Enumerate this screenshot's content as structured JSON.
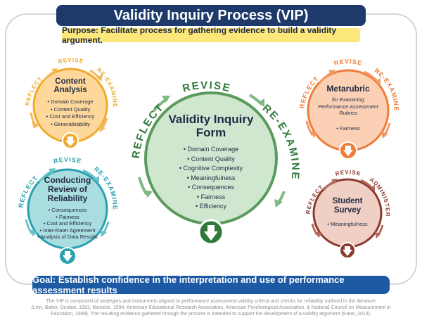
{
  "header": {
    "title": "Validity Inquiry Process (VIP)",
    "purpose": "Purpose: Facilitate process for gathering evidence to build a validity argument."
  },
  "goal": "Goal: Establish confidence in the interpretation and use of performance assessment results",
  "footnote": [
    "The VIP is composed of strategies and instruments aligned to performance assessment validity criteria and checks for reliability outlined in the literature",
    "(Linn, Baker, Dunbar, 1991; Messick, 1994; American Educational Research Association, American Psychological Association, & National Council on Measurement in",
    "Education, 1999). The resulting evidence gathered through the process is intended to support the development of a validity argument (Kane, 2013)."
  ],
  "colors": {
    "navy": "#1d3a6b",
    "goal_blue": "#1d5aa3",
    "purpose_yellow": "#fbe77a",
    "green": "#5a9a5c",
    "yellow": "#f0a92a",
    "teal": "#2aa1b0",
    "orange": "#ef7d3a",
    "maroon": "#8c3a2f"
  },
  "cycles": {
    "content_analysis": {
      "title": "Content Analysis",
      "items": [
        "Domain Coverage",
        "Content Quality",
        "Cost and Efficiency",
        "Generalizability"
      ],
      "arc_labels": {
        "left": "REFLECT",
        "top": "REVISE",
        "right": "RE-EXAMINE"
      }
    },
    "reliability": {
      "title": "Conducting Review of Reliability",
      "items": [
        "Consequences",
        "Fairness",
        "Cost and Efficiency",
        "Inter-Rater Agreement",
        "Analysis of Data Results"
      ],
      "arc_labels": {
        "left": "REFLECT",
        "top": "REVISE",
        "right": "RE-EXAMINE"
      }
    },
    "validity_form": {
      "title": "Validity Inquiry Form",
      "items": [
        "Domain Coverage",
        "Content Quality",
        "Cognitive Complexity",
        "Meaningfulness",
        "Consequences",
        "Fairness",
        "Efficiency"
      ],
      "arc_labels": {
        "left": "REFLECT",
        "top": "REVISE",
        "right": "RE-EXAMINE"
      }
    },
    "metarubric": {
      "title": "Metarubric",
      "subtitle": "for Examining Performance Assessment Rubrics",
      "items": [
        "Fairness"
      ],
      "arc_labels": {
        "left": "REFLECT",
        "top": "REVISE",
        "right": "RE-EXAMINE"
      }
    },
    "student_survey": {
      "title": "Student Survey",
      "items": [
        "Meaningfulness"
      ],
      "arc_labels": {
        "left": "REFLECT",
        "top": "REVISE",
        "right": "ADMINISTER"
      }
    }
  }
}
